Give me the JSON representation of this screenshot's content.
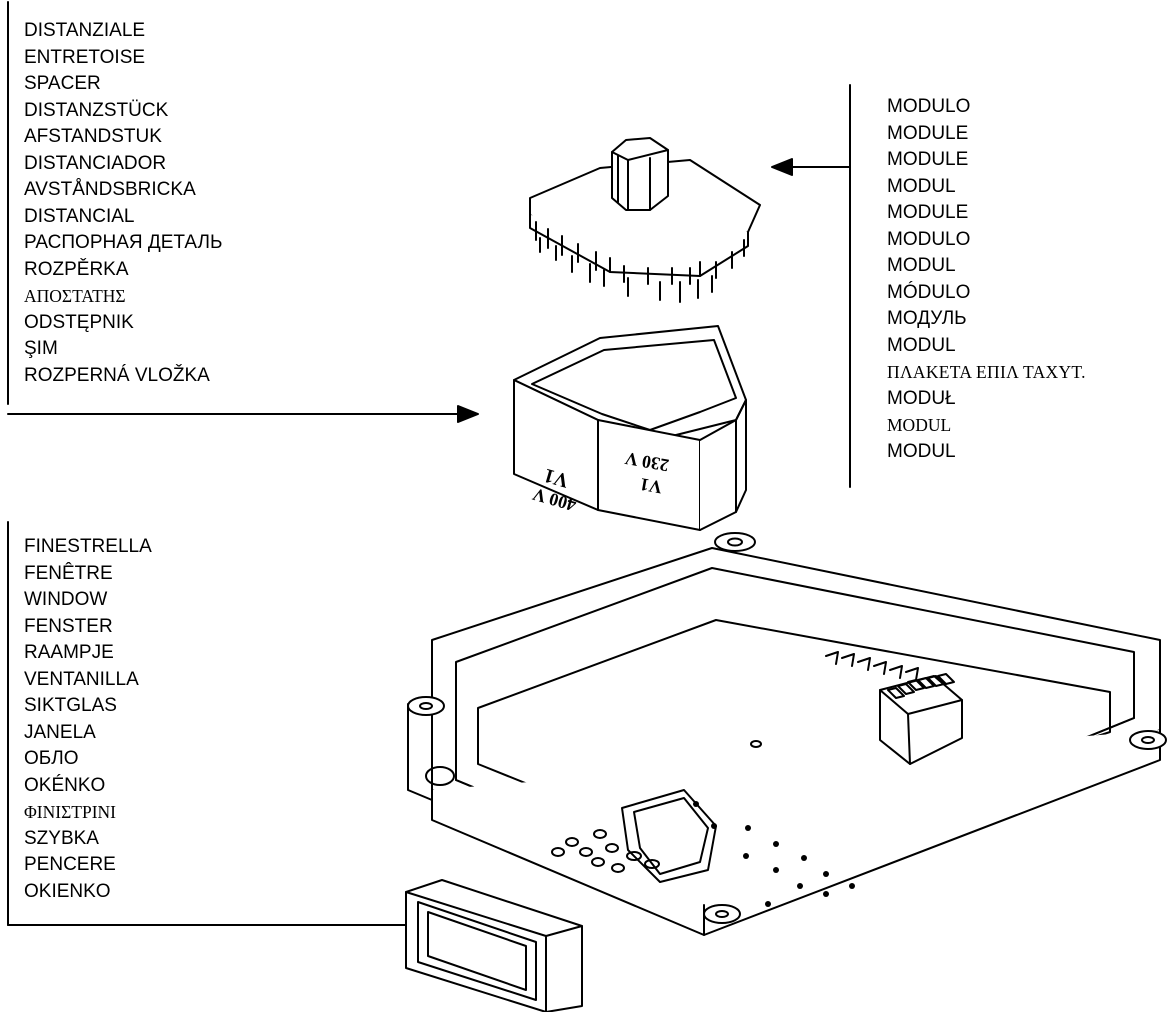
{
  "callouts": {
    "spacer": {
      "labels": [
        "DISTANZIALE",
        "ENTRETOISE",
        "SPACER",
        "DISTANZSTÜCK",
        "AFSTANDSTUK",
        "DISTANCIADOR",
        "AVSTÅNDSBRICKA",
        "DISTANCIAL",
        "РАСПОРНАЯ ДЕТАЛЬ",
        "ROZPĚRKA",
        "ΑΠΟΣΤΑΤΗΣ",
        "ODSTĘPNIK",
        "ŞIM",
        "ROZPERNÁ VLOŽKA"
      ]
    },
    "module": {
      "labels": [
        "MODULO",
        "MODULE",
        "MODULE",
        "MODUL",
        "MODULE",
        "MODULO",
        "MODUL",
        "MÓDULO",
        "МОДУЛЬ",
        "MODUL",
        "ΠΛΑΚΕΤΑ  ΕΠΙΛ ΤΑΧΥΤ.",
        "MODUŁ",
        "MODUL",
        "MODUL"
      ]
    },
    "window": {
      "labels": [
        "FINESTRELLA",
        "FENÊTRE",
        "WINDOW",
        "FENSTER",
        "RAAMPJE",
        "VENTANILLA",
        "SIKTGLAS",
        "JANELA",
        "ОБЛО",
        "OKÉNKO",
        "ΦΙΝΙΣΤΡΙΝΙ",
        "SZYBKA",
        "PENCERE",
        "OKIENKO"
      ]
    }
  },
  "spacer_marks": {
    "left_face_top": "V1",
    "left_face_bottom": "400 V",
    "right_face_top": "230 V",
    "right_face_bottom": "V1"
  }
}
